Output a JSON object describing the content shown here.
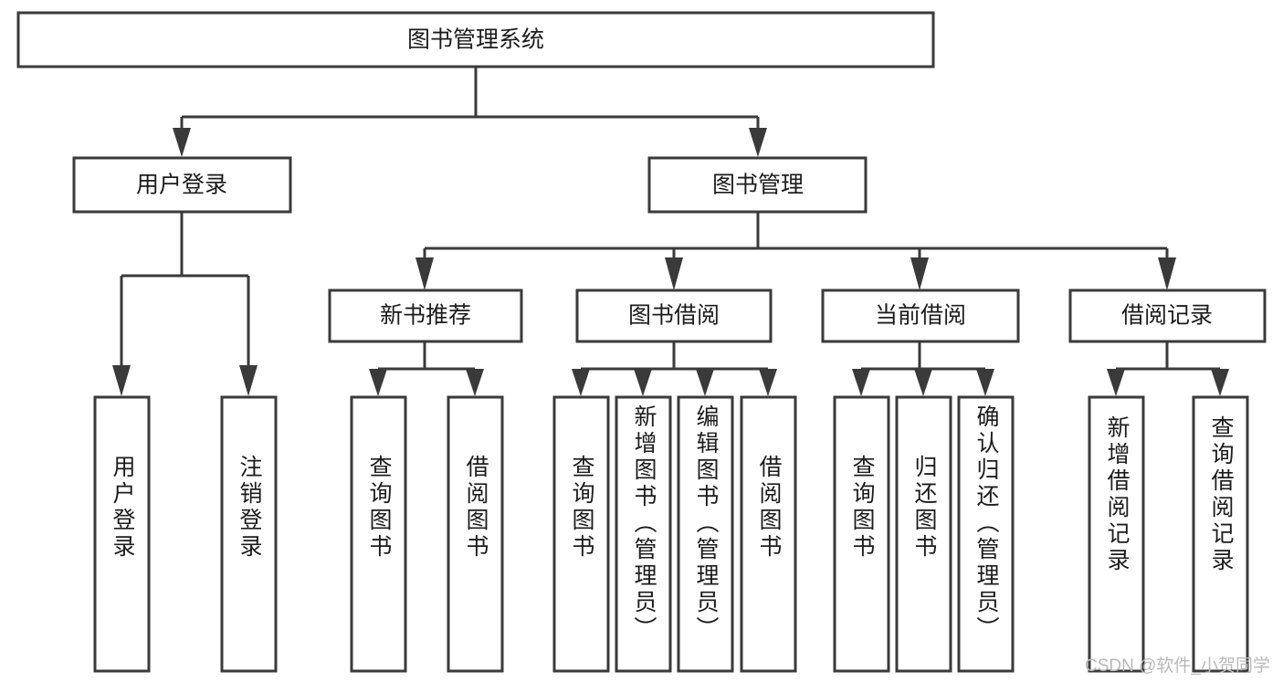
{
  "diagram": {
    "type": "tree-hierarchy",
    "title_node": {
      "label": "图书管理系统"
    },
    "level2": [
      {
        "id": "user-login",
        "label": "用户登录"
      },
      {
        "id": "book-management",
        "label": "图书管理"
      }
    ],
    "level3": [
      {
        "id": "new-book-recommend",
        "label": "新书推荐",
        "parent": "book-management"
      },
      {
        "id": "book-borrow",
        "label": "图书借阅",
        "parent": "book-management"
      },
      {
        "id": "current-borrow",
        "label": "当前借阅",
        "parent": "book-management"
      },
      {
        "id": "borrow-record",
        "label": "借阅记录",
        "parent": "book-management"
      }
    ],
    "leaves": [
      {
        "id": "leaf-user-login",
        "label": "用户登录",
        "parent": "user-login"
      },
      {
        "id": "leaf-logout-login",
        "label": "注销登录",
        "parent": "user-login"
      },
      {
        "id": "leaf-query-book-1",
        "label": "查询图书",
        "parent": "new-book-recommend"
      },
      {
        "id": "leaf-borrow-book-1",
        "label": "借阅图书",
        "parent": "new-book-recommend"
      },
      {
        "id": "leaf-query-book-2",
        "label": "查询图书",
        "parent": "book-borrow"
      },
      {
        "id": "leaf-add-book",
        "label": "新增图书（管理员）",
        "parent": "book-borrow"
      },
      {
        "id": "leaf-edit-book",
        "label": "编辑图书（管理员）",
        "parent": "book-borrow"
      },
      {
        "id": "leaf-borrow-book-2",
        "label": "借阅图书",
        "parent": "book-borrow"
      },
      {
        "id": "leaf-query-book-3",
        "label": "查询图书",
        "parent": "current-borrow"
      },
      {
        "id": "leaf-return-book",
        "label": "归还图书",
        "parent": "current-borrow"
      },
      {
        "id": "leaf-confirm-return",
        "label": "确认归还（管理员）",
        "parent": "current-borrow"
      },
      {
        "id": "leaf-add-record",
        "label": "新增借阅记录",
        "parent": "borrow-record"
      },
      {
        "id": "leaf-query-record",
        "label": "查询借阅记录",
        "parent": "borrow-record"
      }
    ],
    "watermark": "CSDN @软件_小贺同学",
    "colors": {
      "stroke": "#3a3a3a",
      "fill": "#ffffff",
      "text": "#1c1c1c",
      "watermark": "#b9b9b9",
      "background": "#ffffff"
    }
  }
}
